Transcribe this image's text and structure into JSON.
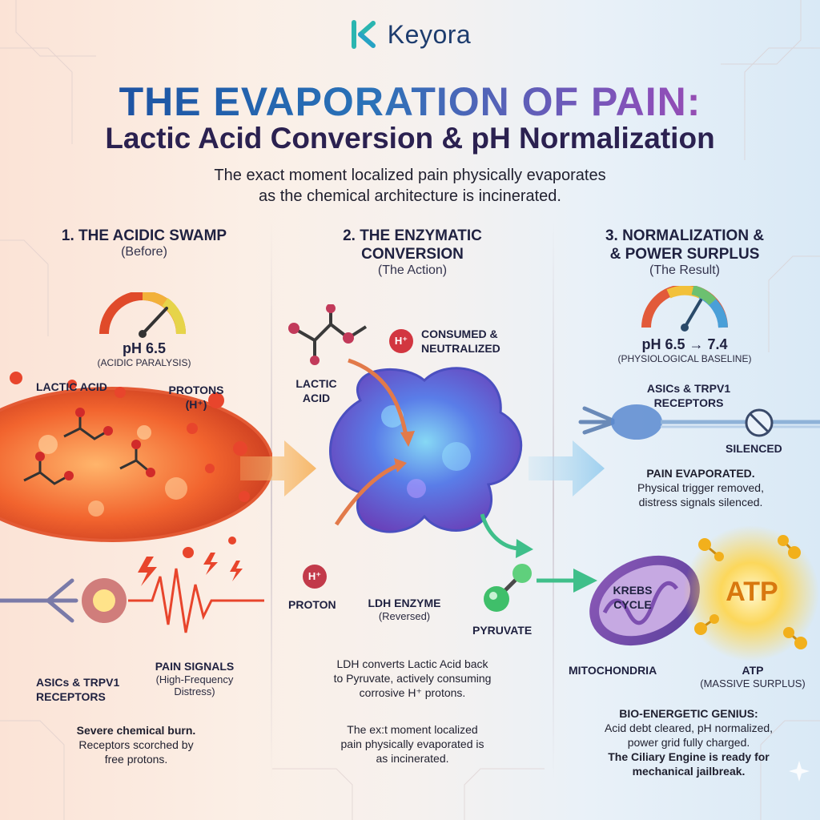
{
  "brand": {
    "name": "Keyora"
  },
  "header": {
    "title": "THE EVAPORATION OF PAIN:",
    "subtitle": "Lactic Acid Conversion & pH Normalization",
    "intro_line1": "The exact moment localized pain physically evaporates",
    "intro_line2": "as the chemical architecture is incinerated."
  },
  "col1": {
    "heading": "1. THE ACIDIC SWAMP",
    "sub": "(Before)",
    "ph_value": "pH 6.5",
    "ph_note": "(ACIDIC PARALYSIS)",
    "lactic_label": "LACTIC ACID",
    "protons_line1": "PROTONS",
    "protons_line2": "(H⁺)",
    "receptors_line1": "ASICs & TRPV1",
    "receptors_line2": "RECEPTORS",
    "signals_line1": "PAIN SIGNALS",
    "signals_line2": "(High-Frequency",
    "signals_line3": "Distress)",
    "caption_bold": "Severe chemical burn.",
    "caption_line2": "Receptors scorched by",
    "caption_line3": "free protons."
  },
  "col2": {
    "heading_line1": "2. THE ENZYMATIC",
    "heading_line2": "CONVERSION",
    "sub": "(The Action)",
    "consumed_line1": "CONSUMED &",
    "consumed_line2": "NEUTRALIZED",
    "h_badge": "H⁺",
    "lactic_line1": "LACTIC",
    "lactic_line2": "ACID",
    "proton_label": "PROTON",
    "enzyme_label": "LDH ENZYME",
    "enzyme_note": "(Reversed)",
    "pyruvate_label": "PYRUVATE",
    "desc_line1": "LDH converts Lactic Acid back",
    "desc_line2": "to Pyruvate, actively consuming",
    "desc_line3": "corrosive H⁺ protons.",
    "moment_line1": "The ex:t moment localized",
    "moment_line2": "pain physically evaporated is",
    "moment_line3": "as incinerated."
  },
  "col3": {
    "heading_line1": "3. NORMALIZATION &",
    "heading_line2": "& POWER SURPLUS",
    "sub": "(The Result)",
    "ph_value": "pH 6.5 → 7.4",
    "ph_note": "(PHYSIOLOGICAL BASELINE)",
    "receptors_line1": "ASICs & TRPV1",
    "receptors_line2": "RECEPTORS",
    "silenced": "SILENCED",
    "pain_bold": "PAIN EVAPORATED.",
    "pain_line2": "Physical trigger removed,",
    "pain_line3": "distress signals silenced.",
    "krebs_line1": "KREBS",
    "krebs_line2": "CYCLE",
    "atp_big": "ATP",
    "mito_label": "MITOCHONDRIA",
    "atp_label": "ATP",
    "atp_note": "(MASSIVE SURPLUS)",
    "genius_bold": "BIO-ENERGETIC GENIUS:",
    "genius_line2": "Acid debt cleared, pH normalized,",
    "genius_line3": "power grid fully charged.",
    "genius_line4": "The Ciliary Engine is ready for",
    "genius_line5": "mechanical jailbreak."
  },
  "colors": {
    "acid_red": "#e8452c",
    "enzyme_blue": "#4a6fe0",
    "pyruvate_green": "#3fbf6a",
    "atp_gold": "#f2b01c",
    "brand_teal": "#2bb5b0"
  },
  "icons": [
    "keyora-logo-icon",
    "ph-gauge-icon",
    "lightning-icon",
    "silenced-icon",
    "sparkle-icon"
  ]
}
